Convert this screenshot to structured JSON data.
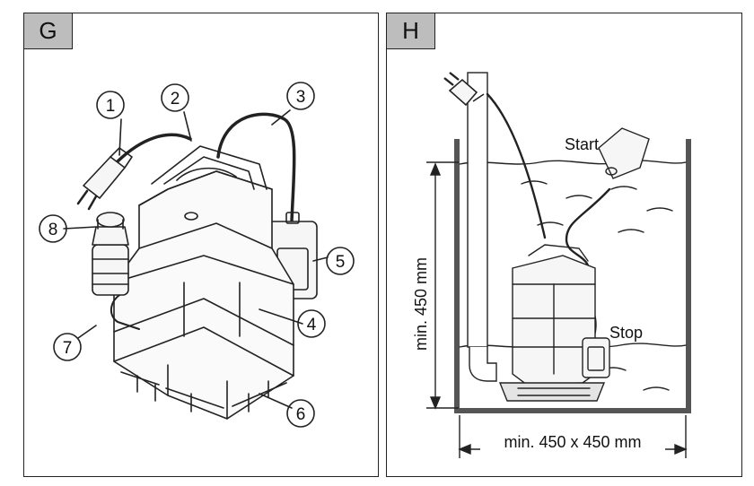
{
  "panels": {
    "g": {
      "label": "G",
      "callouts": [
        "1",
        "2",
        "3",
        "4",
        "5",
        "6",
        "7",
        "8"
      ]
    },
    "h": {
      "label": "H",
      "start_label": "Start",
      "stop_label": "Stop",
      "height_label": "min. 450 mm",
      "width_label": "min. 450 x 450 mm"
    }
  }
}
